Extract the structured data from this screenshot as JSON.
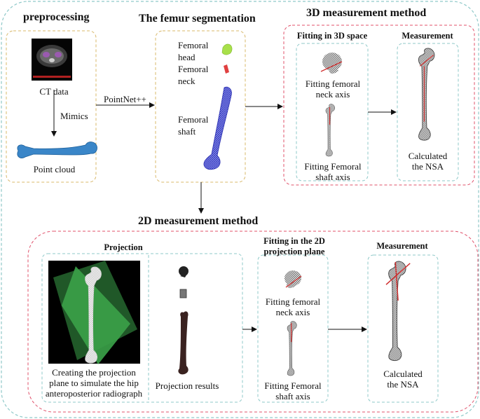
{
  "titles": {
    "preprocessing": "preprocessing",
    "segmentation": "The femur segmentation",
    "method3d": "3D measurement method",
    "method2d": "2D measurement method"
  },
  "preprocessing": {
    "ct_label": "CT data",
    "tool_label": "Mimics",
    "cloud_label": "Point cloud"
  },
  "network_label": "PointNet++",
  "segmentation": {
    "head_line1": "Femoral",
    "head_line2": "head",
    "neck_line1": "Femoral",
    "neck_line2": "neck",
    "shaft_line1": "Femoral",
    "shaft_line2": "shaft"
  },
  "method3d": {
    "fit_title": "Fitting in 3D space",
    "meas_title": "Measurement",
    "neck_line1": "Fitting femoral",
    "neck_line2": "neck axis",
    "shaft_line1": "Fitting Femoral",
    "shaft_line2": "shaft axis",
    "nsa_line1": "Calculated",
    "nsa_line2": "the NSA"
  },
  "method2d": {
    "proj_title": "Projection",
    "fit_title_line1": "Fitting in the 2D",
    "fit_title_line2": "projection plane",
    "meas_title": "Measurement",
    "plane_line1": "Creating the projection",
    "plane_line2": "plane to simulate the hip",
    "plane_line3": "anteroposterior radiograph",
    "results_label": "Projection results",
    "neck_line1": "Fitting femoral",
    "neck_line2": "neck axis",
    "shaft_line1": "Fitting Femoral",
    "shaft_line2": "shaft axis",
    "nsa_line1": "Calculated",
    "nsa_line2": "the NSA"
  },
  "colors": {
    "outer_border": "#8fc9c9",
    "preproc_border": "#d8b86a",
    "seg_border": "#d8b86a",
    "method_border": "#e0506a",
    "sub_border": "#8fc9c9",
    "cloud_blue": "#3a86c8",
    "shaft_blue": "#4a4fd0",
    "head_green": "#a8e04a",
    "neck_red": "#e04040",
    "plane_green": "#3aa048",
    "axis_red": "#d03030"
  }
}
